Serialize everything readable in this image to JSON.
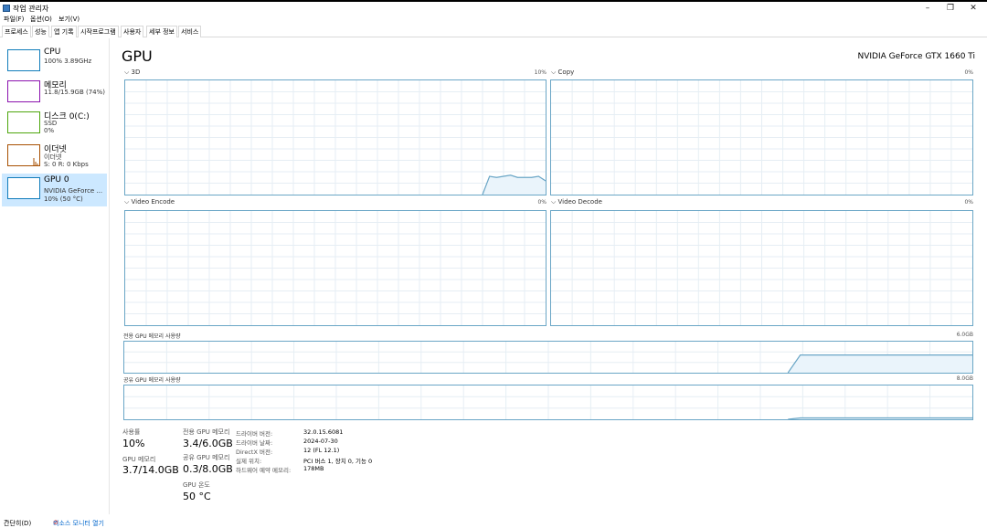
{
  "window": {
    "title": "작업 관리자",
    "minimize_glyph": "–",
    "restore_glyph": "❐",
    "close_glyph": "✕"
  },
  "menu": [
    "파일(F)",
    "옵션(O)",
    "보기(V)"
  ],
  "tabs": [
    "프로세스",
    "성능",
    "앱 기록",
    "시작프로그램",
    "사용자",
    "세부 정보",
    "서비스"
  ],
  "active_tab": "성능",
  "sidebar": {
    "items": [
      {
        "name": "CPU",
        "sub1": "100% 3.89GHz",
        "sub2": "",
        "color": "#117dbb"
      },
      {
        "name": "메모리",
        "sub1": "11.8/15.9GB (74%)",
        "sub2": "",
        "color": "#8b12ae"
      },
      {
        "name": "디스크 0(C:)",
        "sub1": "SSD",
        "sub2": "0%",
        "color": "#4da60c"
      },
      {
        "name": "이더넷",
        "sub1": "이더넷",
        "sub2": "S: 0 R: 0 Kbps",
        "color": "#a74f01"
      },
      {
        "name": "GPU 0",
        "sub1": "NVIDIA GeForce ...",
        "sub2": "10% (50 °C)",
        "color": "#117dbb"
      }
    ]
  },
  "gpu": {
    "title": "GPU",
    "model": "NVIDIA GeForce GTX 1660 Ti",
    "engines": [
      {
        "label": "3D",
        "pct": "10%",
        "usage": [
          0,
          0,
          0,
          0,
          0,
          0,
          0,
          0,
          0,
          0,
          0,
          0,
          0,
          0,
          0,
          0,
          0,
          0,
          0,
          0,
          0,
          0,
          0,
          0,
          0,
          0,
          0,
          0,
          0,
          0,
          0,
          0,
          0,
          0,
          0,
          0,
          0,
          0,
          0,
          0,
          0,
          0,
          0,
          0,
          0,
          0,
          0,
          0,
          0,
          0,
          0,
          0,
          16,
          15,
          16,
          17,
          15,
          15,
          15,
          16,
          12
        ]
      },
      {
        "label": "Copy",
        "pct": "0%",
        "usage": []
      },
      {
        "label": "Video Encode",
        "pct": "0%",
        "usage": []
      },
      {
        "label": "Video Decode",
        "pct": "0%",
        "usage": []
      }
    ],
    "dedicated": {
      "label": "전용 GPU 메모리 사용량",
      "max": "6.0GB",
      "usage": [
        0,
        0,
        0,
        0,
        0,
        0,
        0,
        0,
        0,
        0,
        0,
        0,
        0,
        0,
        0,
        0,
        0,
        0,
        0,
        0,
        0,
        0,
        0,
        0,
        0,
        0,
        0,
        0,
        0,
        0,
        0,
        0,
        0,
        0,
        0,
        0,
        0,
        0,
        0,
        0,
        0,
        0,
        0,
        0,
        0,
        0,
        0,
        0,
        0,
        0,
        0,
        0,
        0,
        0,
        0,
        57,
        57,
        57,
        57,
        57,
        57,
        57,
        57,
        57,
        57,
        57,
        57,
        57,
        57,
        57
      ]
    },
    "shared": {
      "label": "공유 GPU 메모리 사용량",
      "max": "8.0GB",
      "usage": [
        0,
        0,
        0,
        0,
        0,
        0,
        0,
        0,
        0,
        0,
        0,
        0,
        0,
        0,
        0,
        0,
        0,
        0,
        0,
        0,
        0,
        0,
        0,
        0,
        0,
        0,
        0,
        0,
        0,
        0,
        0,
        0,
        0,
        0,
        0,
        0,
        0,
        0,
        0,
        0,
        0,
        0,
        0,
        0,
        0,
        0,
        0,
        0,
        0,
        0,
        0,
        0,
        0,
        0,
        0,
        4,
        4,
        4,
        4,
        4,
        4,
        4,
        4,
        4,
        4,
        4,
        4,
        4,
        4,
        4
      ]
    },
    "stats": {
      "utilization_label": "사용률",
      "utilization": "10%",
      "gpu_memory_label": "GPU 메모리",
      "gpu_memory": "3.7/14.0GB",
      "dedicated_label": "전용 GPU 메모리",
      "dedicated_value": "3.4/6.0GB",
      "shared_label": "공유 GPU 메모리",
      "shared_value": "0.3/8.0GB",
      "temp_label": "GPU 온도",
      "temp_value": "50 °C"
    },
    "info": [
      {
        "key": "드라이버 버전:",
        "value": "32.0.15.6081"
      },
      {
        "key": "드라이버 날짜:",
        "value": "2024-07-30"
      },
      {
        "key": "DirectX 버전:",
        "value": "12 (FL 12.1)"
      },
      {
        "key": "실제 위치:",
        "value": "PCI 버스 1, 장치 0, 기능 0"
      },
      {
        "key": "하드웨어 예약 메모리:",
        "value": "178MB"
      }
    ]
  },
  "footer": {
    "brief": "간단히(D)",
    "monitor": "리소스 모니터 열기"
  },
  "colors": {
    "gpu_line": "#6aa6c6",
    "gpu_fill": "#eaf4fb",
    "grid": "#e6eef4",
    "selected": "#cce8ff"
  }
}
